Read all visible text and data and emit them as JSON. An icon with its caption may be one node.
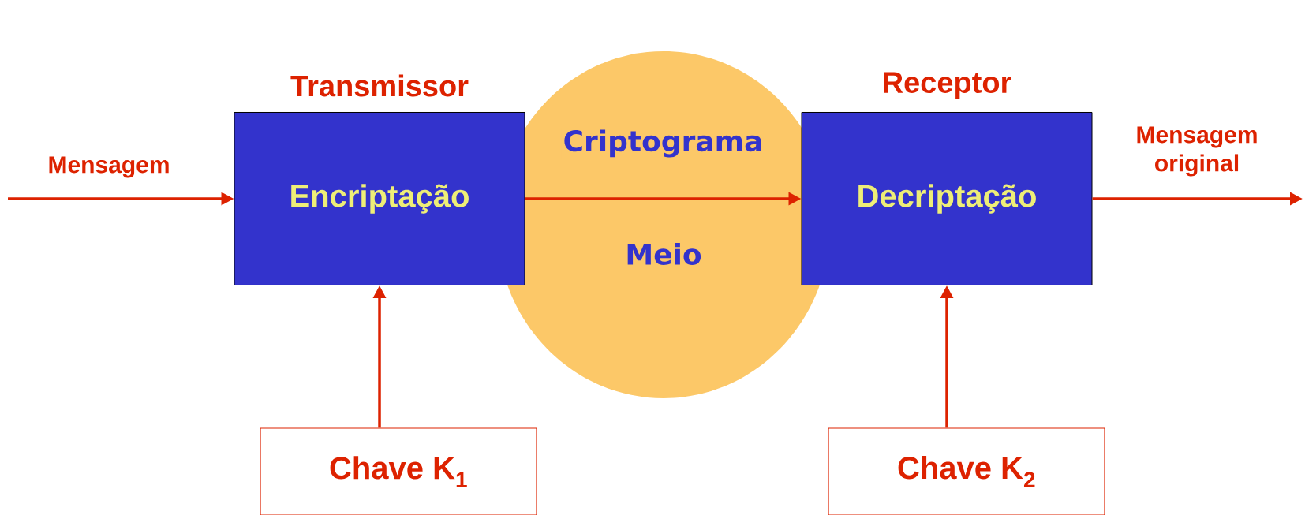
{
  "diagram": {
    "nodes": [
      {
        "text": [
          "Transmissor",
          "Encriptação"
        ]
      },
      {
        "text": [
          "Receptor",
          "Decriptação"
        ]
      },
      {
        "text": [
          "Chave K$_{1}$"
        ]
      },
      {
        "text": [
          "Chave K$_{2}$"
        ]
      }
    ],
    "edges": [
      {
        "from": null,
        "to": 0,
        "arrow": "to",
        "label": "Mensagem"
      },
      {
        "from": 0,
        "to": 1,
        "arrow": "to",
        "label": "Criptograma"
      },
      {
        "from": 1,
        "to": null,
        "arrow": "to",
        "label": "Mensagem original"
      },
      {
        "from": 2,
        "to": 0,
        "arrow": "to"
      },
      {
        "from": 3,
        "to": 1,
        "arrow": "to"
      }
    ],
    "labels": [
      "Meio"
    ]
  }
}
